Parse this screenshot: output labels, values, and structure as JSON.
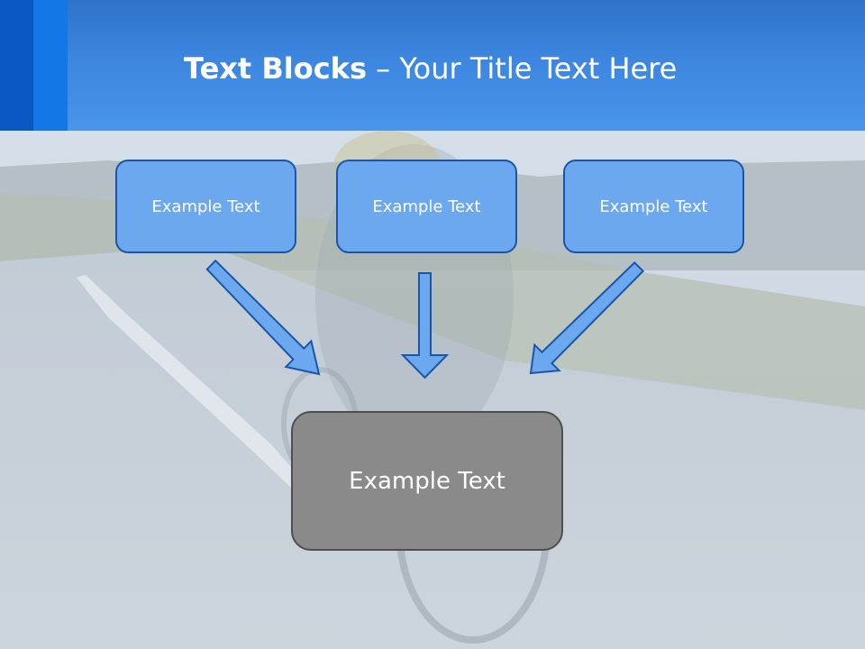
{
  "slide": {
    "title_bold": "Text Blocks",
    "title_dash": "–",
    "title_rest": "Your Title Text Here"
  },
  "blocks": [
    {
      "label": "Example Text"
    },
    {
      "label": "Example Text"
    },
    {
      "label": "Example Text"
    }
  ],
  "target": {
    "label": "Example Text"
  },
  "colors": {
    "header_blue": "#3c86e0",
    "box_fill": "#6ba8ef",
    "box_border": "#1a56a8",
    "target_fill": "#8a8a8a",
    "arrow_fill": "#6ba8ef"
  }
}
